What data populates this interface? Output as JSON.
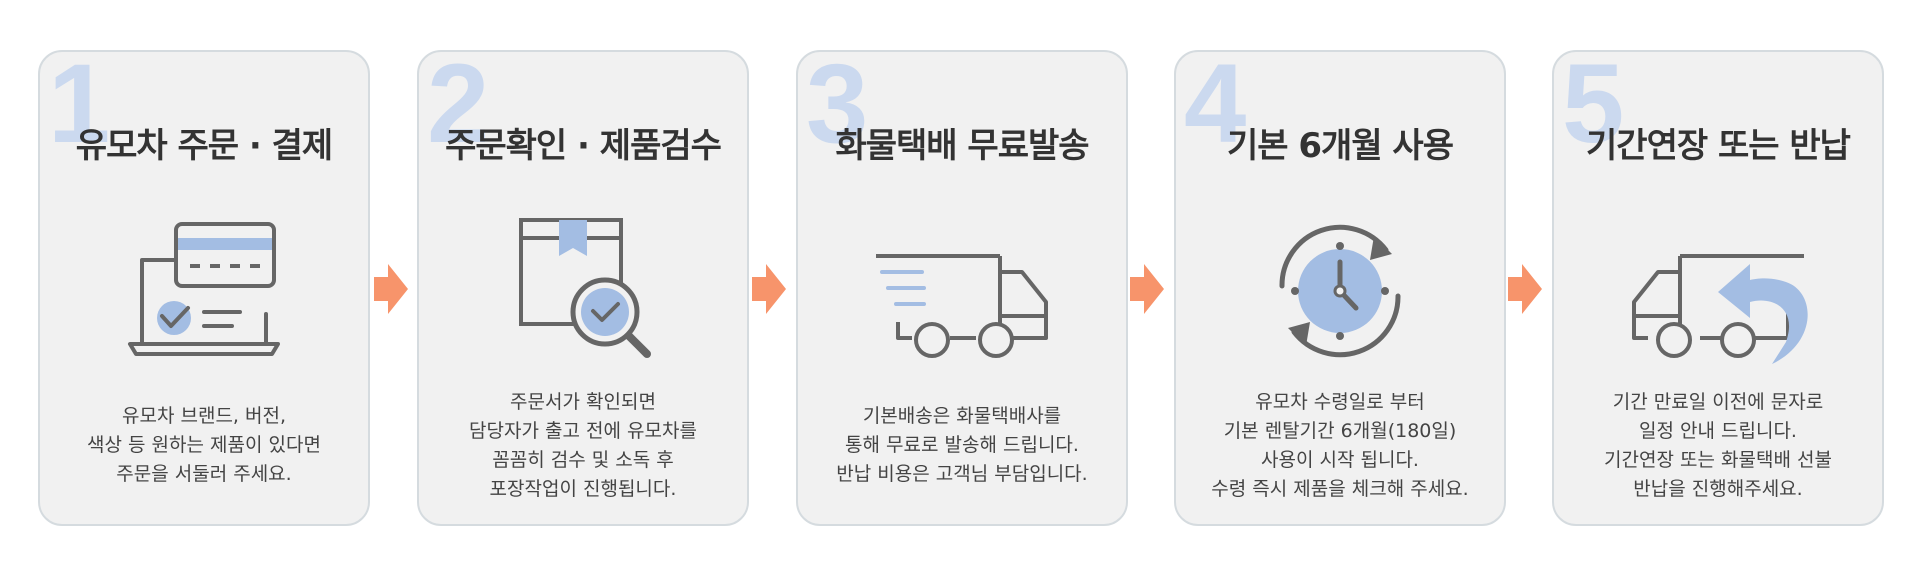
{
  "steps": [
    {
      "number": "1",
      "title": "유모차 주문 · 결제",
      "icon": "laptop-payment-icon",
      "desc": [
        "유모차 브랜드, 버전,",
        "색상 등 원하는 제품이 있다면",
        "주문을 서둘러 주세요."
      ]
    },
    {
      "number": "2",
      "title": "주문확인 · 제품검수",
      "icon": "box-inspect-icon",
      "desc": [
        "주문서가 확인되면",
        "담당자가 출고 전에 유모차를",
        "꼼꼼히 검수 및 소독 후",
        "포장작업이 진행됩니다."
      ]
    },
    {
      "number": "3",
      "title": "화물택배 무료발송",
      "icon": "delivery-truck-icon",
      "desc": [
        "기본배송은 화물택배사를",
        "통해 무료로 발송해 드립니다.",
        "반납 비용은 고객님 부담입니다."
      ]
    },
    {
      "number": "4",
      "title": "기본 6개월 사용",
      "icon": "clock-cycle-icon",
      "desc": [
        "유모차 수령일로 부터",
        "기본 렌탈기간 6개월(180일)",
        "사용이 시작 됩니다.",
        "수령 즉시 제품을 체크해 주세요."
      ]
    },
    {
      "number": "5",
      "title": "기간연장 또는 반납",
      "icon": "return-truck-icon",
      "desc": [
        "기간 만료일 이전에 문자로",
        "일정 안내 드립니다.",
        "기간연장 또는 화물택배 선불",
        "반납을 진행해주세요."
      ]
    }
  ],
  "colors": {
    "card_bg": "#f1f1f1",
    "card_border": "#d5dbdf",
    "number": "#cbd9ef",
    "accent_blue": "#a3bde3",
    "icon_stroke": "#666666",
    "arrow": "#f7946b",
    "title": "#333333"
  }
}
